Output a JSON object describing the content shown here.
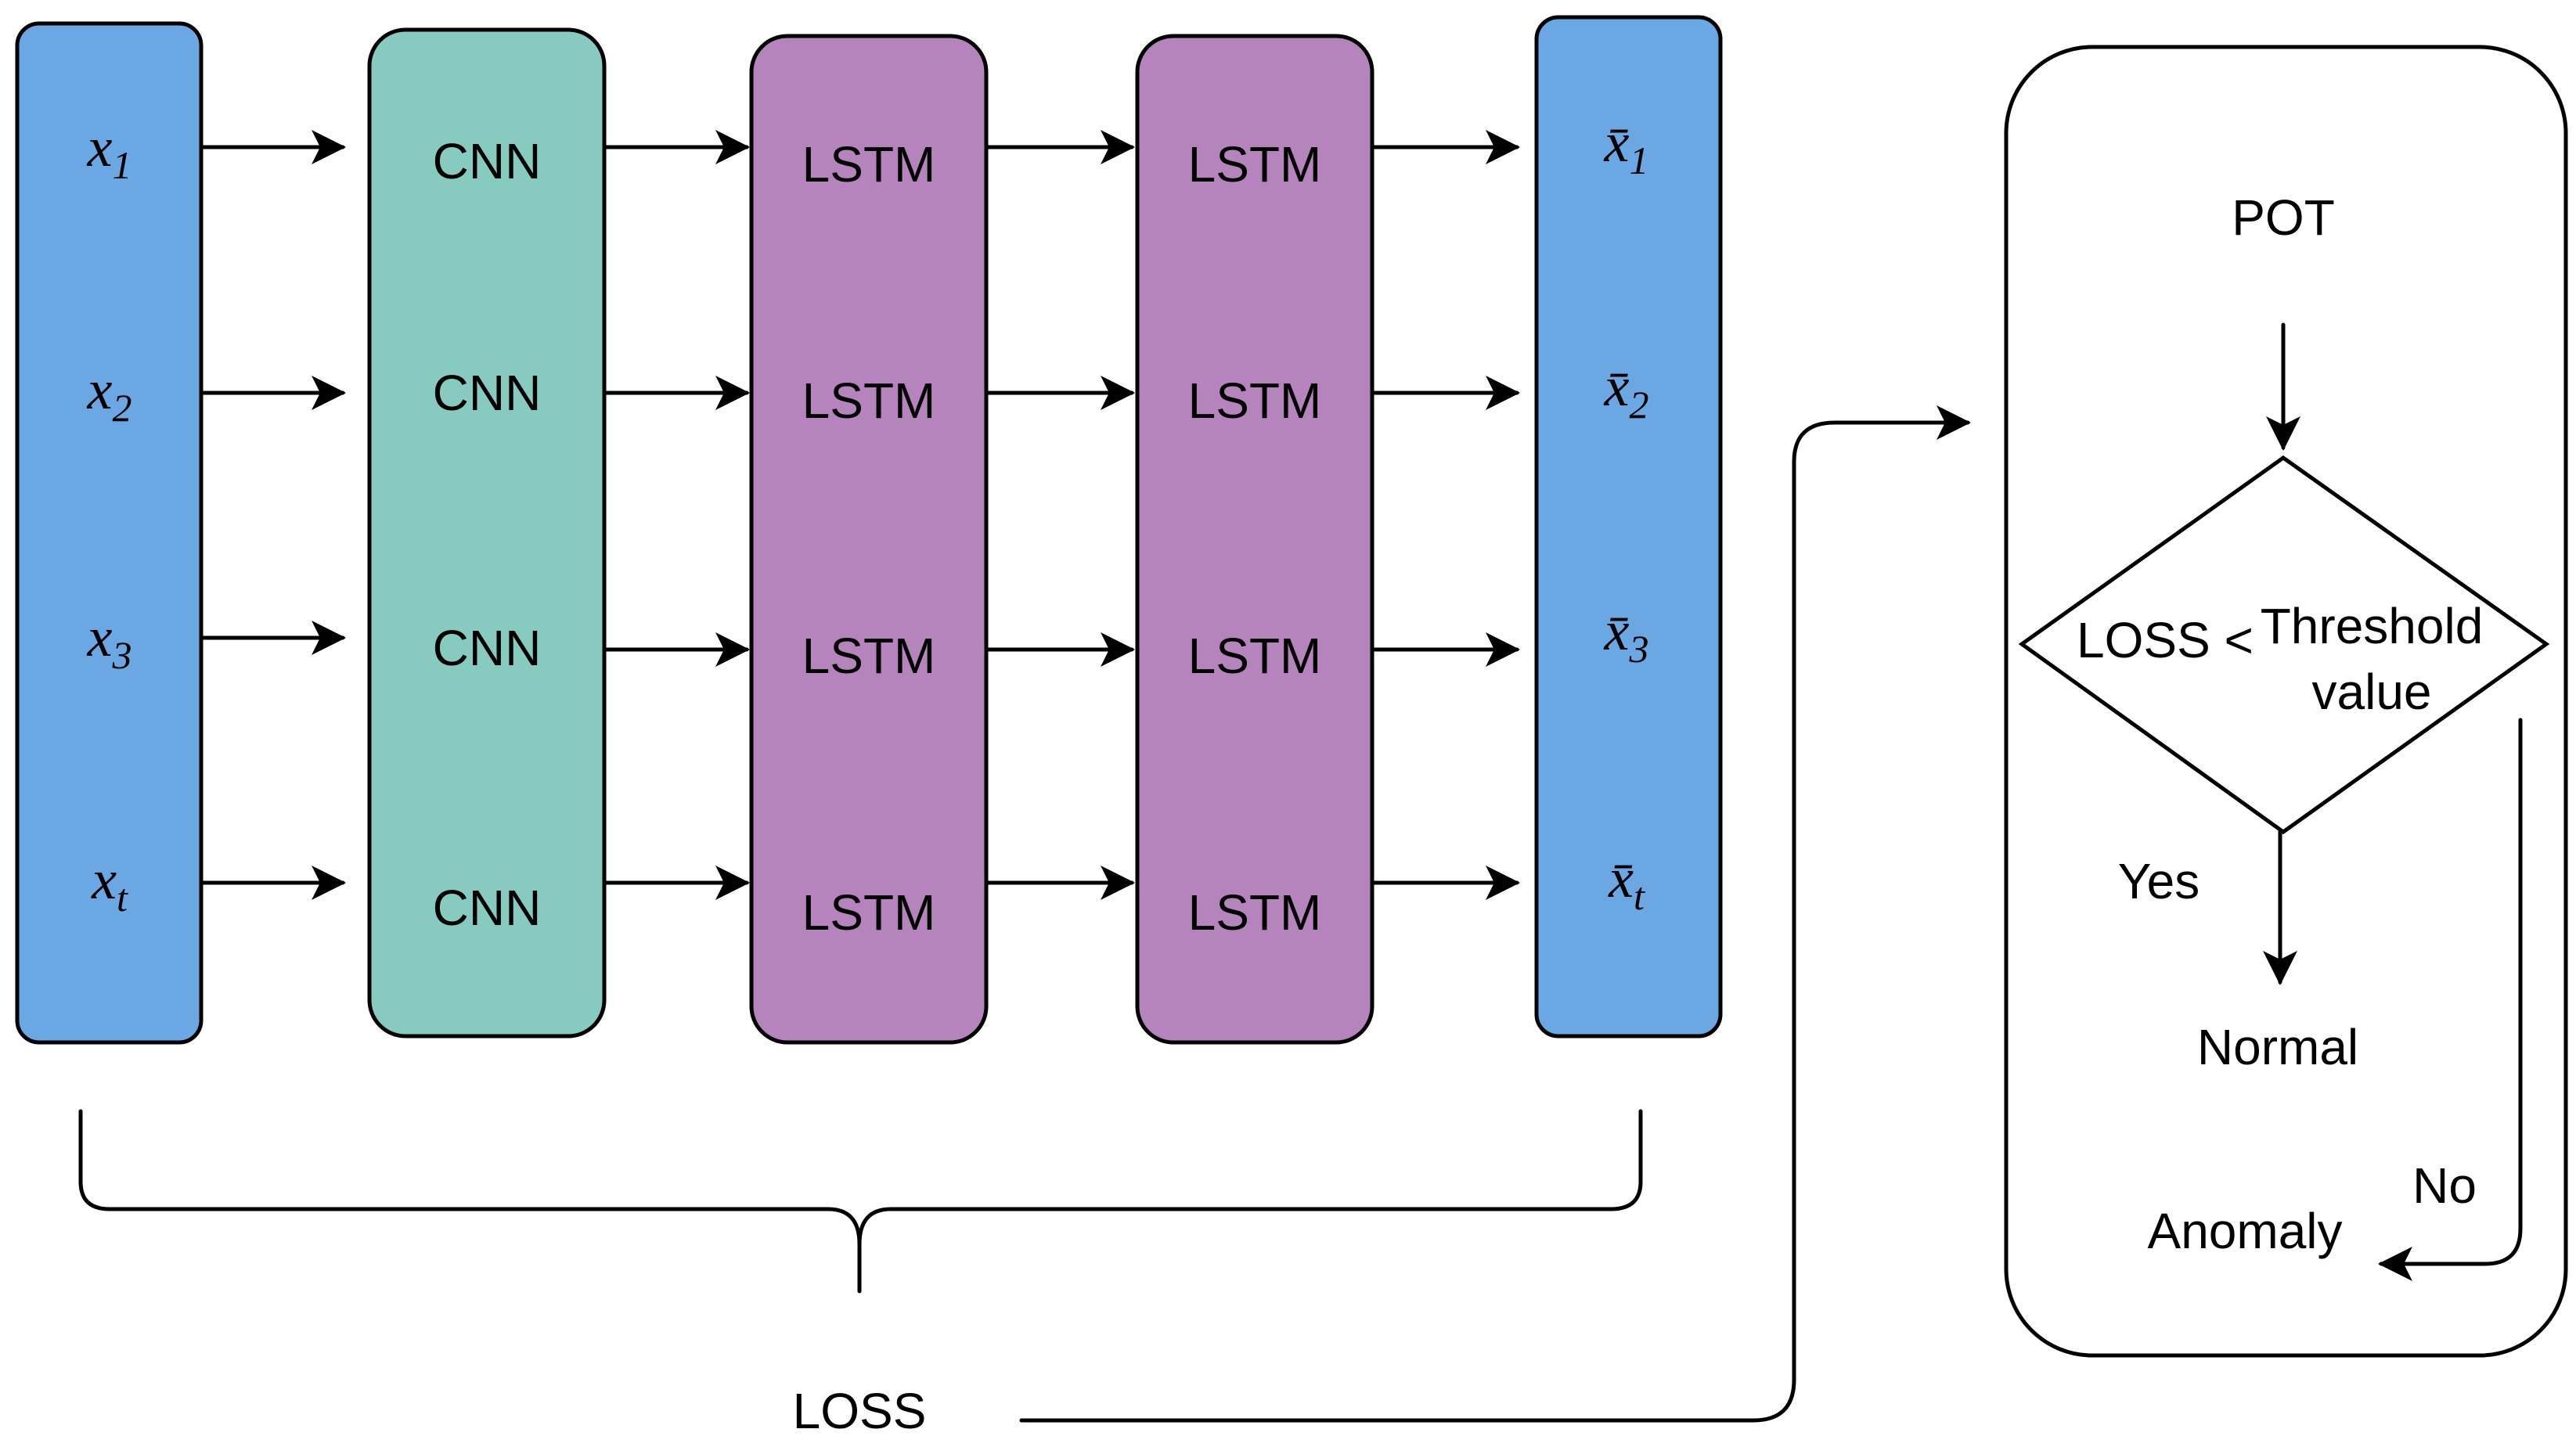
{
  "colors": {
    "io_block": "#6AA7E3",
    "cnn_block": "#86CAC0",
    "lstm_block": "#B584BD",
    "stroke": "#000000",
    "background": "#FFFFFF"
  },
  "inputs": [
    {
      "var": "x",
      "sub": "1"
    },
    {
      "var": "x",
      "sub": "2"
    },
    {
      "var": "x",
      "sub": "3"
    },
    {
      "var": "x",
      "sub": "t"
    }
  ],
  "cnn_labels": [
    "CNN",
    "CNN",
    "CNN",
    "CNN"
  ],
  "lstm1_labels": [
    "LSTM",
    "LSTM",
    "LSTM",
    "LSTM"
  ],
  "lstm2_labels": [
    "LSTM",
    "LSTM",
    "LSTM",
    "LSTM"
  ],
  "outputs": [
    {
      "var": "x̄",
      "sub": "1"
    },
    {
      "var": "x̄",
      "sub": "2"
    },
    {
      "var": "x̄",
      "sub": "3"
    },
    {
      "var": "x̄",
      "sub": "t"
    }
  ],
  "loss_label": "LOSS",
  "decision": {
    "pot_label": "POT",
    "condition_left": "LOSS <",
    "condition_right_line1": "Threshold",
    "condition_right_line2": "value",
    "yes_label": "Yes",
    "no_label": "No",
    "normal_label": "Normal",
    "anomaly_label": "Anomaly"
  }
}
